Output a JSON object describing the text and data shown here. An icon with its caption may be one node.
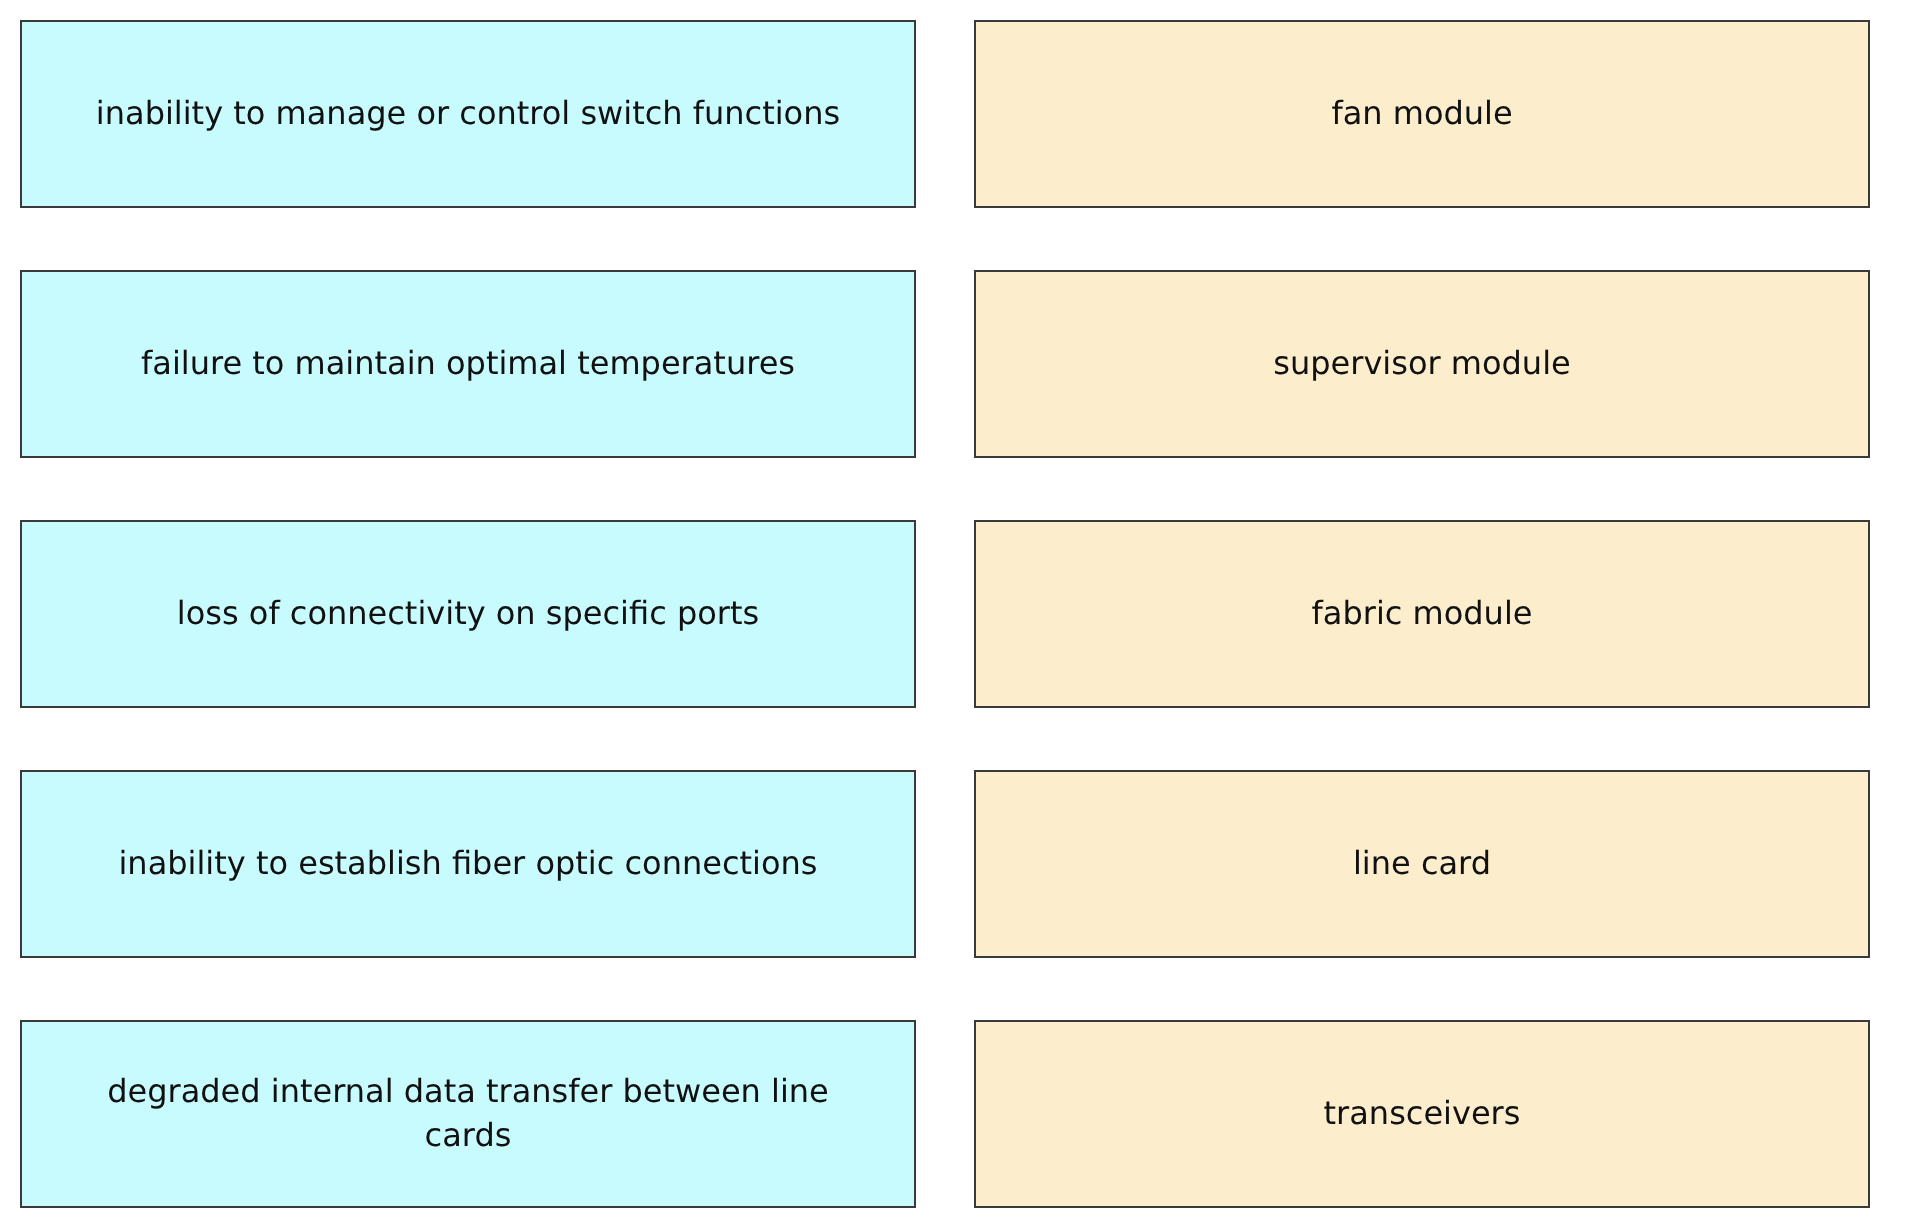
{
  "diagram": {
    "nodes": [
      {
        "text": [
          "inability to manage or control switch functions"
        ]
      },
      {
        "text": [
          "fan module"
        ]
      },
      {
        "text": [
          "failure to maintain optimal temperatures"
        ]
      },
      {
        "text": [
          "supervisor module"
        ]
      },
      {
        "text": [
          "loss of connectivity on specific ports"
        ]
      },
      {
        "text": [
          "fabric module"
        ]
      },
      {
        "text": [
          "inability to establish fiber optic connections"
        ]
      },
      {
        "text": [
          "line card"
        ]
      },
      {
        "text": [
          "degraded internal data transfer between line cards"
        ]
      },
      {
        "text": [
          "transceivers"
        ]
      }
    ]
  }
}
